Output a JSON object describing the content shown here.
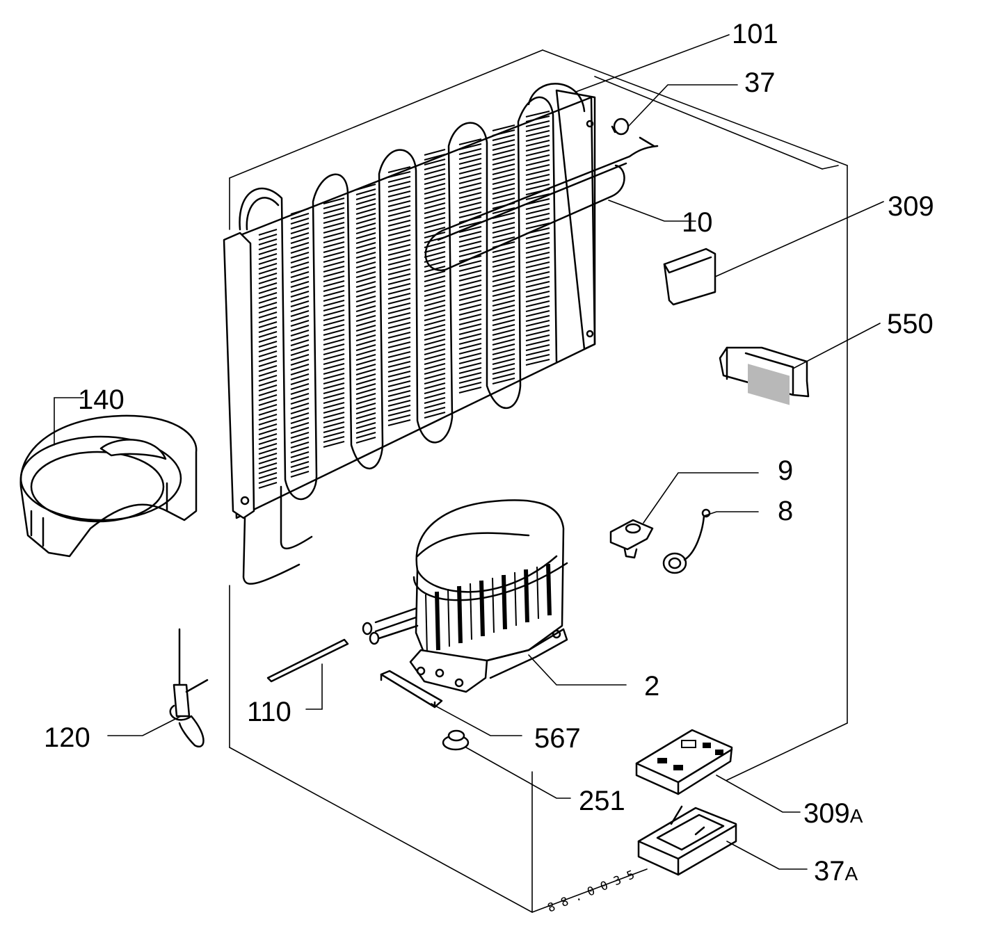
{
  "drawing_code": "8 8 . 0 0 3 5",
  "parts": [
    {
      "id": "condenser",
      "label": "101"
    },
    {
      "id": "grommet-top",
      "label": "37"
    },
    {
      "id": "drier-tube",
      "label": "10"
    },
    {
      "id": "cover-plate",
      "label": "309"
    },
    {
      "id": "bracket",
      "label": "550"
    },
    {
      "id": "drain-tray",
      "label": "140"
    },
    {
      "id": "clip",
      "label": "9"
    },
    {
      "id": "overload",
      "label": "8"
    },
    {
      "id": "compressor",
      "label": "2"
    },
    {
      "id": "capillary",
      "label": "110"
    },
    {
      "id": "filter-drier",
      "label": "120"
    },
    {
      "id": "mount-plate",
      "label": "567"
    },
    {
      "id": "rubber-foot",
      "label": "251"
    },
    {
      "id": "relay-cover",
      "label": "309",
      "suffix": "A"
    },
    {
      "id": "relay-box",
      "label": "37",
      "suffix": "A"
    }
  ]
}
